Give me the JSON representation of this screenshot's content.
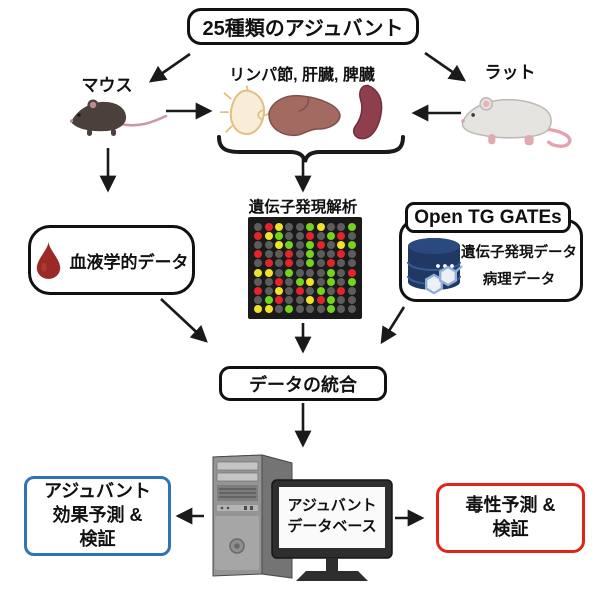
{
  "title_box": {
    "label": "25種類のアジュバント"
  },
  "animals": {
    "mouse_label": "マウス",
    "rat_label": "ラット"
  },
  "organs": {
    "label": "リンパ節, 肝臓, 脾臓"
  },
  "gene_expression": {
    "label": "遺伝子発現解析"
  },
  "open_tg_gates": {
    "title": "Open TG GATEs",
    "items": [
      "遺伝子発現データ",
      "病理データ"
    ]
  },
  "blood": {
    "label": "血液学的データ"
  },
  "integration": {
    "label": "データの統合"
  },
  "monitor": {
    "line1": "アジュバント",
    "line2": "データベース"
  },
  "effect_box": {
    "lines": [
      "アジュバント",
      "効果予測 &",
      "検証"
    ]
  },
  "toxicity_box": {
    "lines": [
      "毒性予測 &",
      "検証"
    ]
  },
  "colors": {
    "effect_border": "#2E75B6",
    "toxicity_border": "#E2231A",
    "line": "#1a1a1a"
  },
  "microarray": {
    "rows": [
      "krykkgykkg",
      "rygkkrkgrk",
      "kkygkgrkyg",
      "rkkrkgkkrk",
      "krkrkgkrkk",
      "yykgkkkgkr",
      "kkrkgykgkg",
      "rkykrkgkrk",
      "kgrkkyrgkk",
      "yykgkkkgkk"
    ],
    "palette": {
      "r": "#E3242B",
      "g": "#76D31B",
      "y": "#EFE32A",
      "k": "#5C5C5C"
    }
  }
}
